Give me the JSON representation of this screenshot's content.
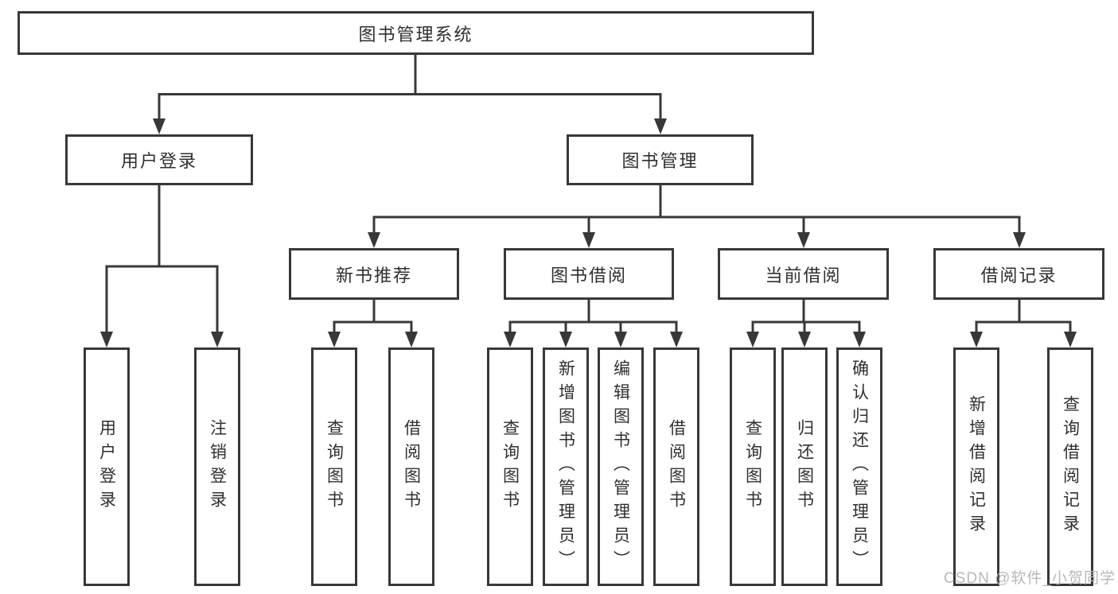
{
  "colors": {
    "line": "#383838",
    "box_border": "#383838",
    "text": "#2f2f2f",
    "background": "#ffffff",
    "watermark_text": "#b8b8b8"
  },
  "tree": {
    "root": "图书管理系统",
    "branches": [
      {
        "label": "用户登录",
        "children": [
          "用户登录",
          "注销登录"
        ]
      },
      {
        "label": "图书管理",
        "groups": [
          {
            "label": "新书推荐",
            "children": [
              "查询图书",
              "借阅图书"
            ]
          },
          {
            "label": "图书借阅",
            "children": [
              "查询图书",
              "新增图书（管理员）",
              "编辑图书（管理员）",
              "借阅图书"
            ]
          },
          {
            "label": "当前借阅",
            "children": [
              "查询图书",
              "归还图书",
              "确认归还（管理员）"
            ]
          },
          {
            "label": "借阅记录",
            "children": [
              "新增借阅记录",
              "查询借阅记录"
            ]
          }
        ]
      }
    ]
  },
  "watermark": {
    "text": "CSDN @软件_小贺同学"
  }
}
